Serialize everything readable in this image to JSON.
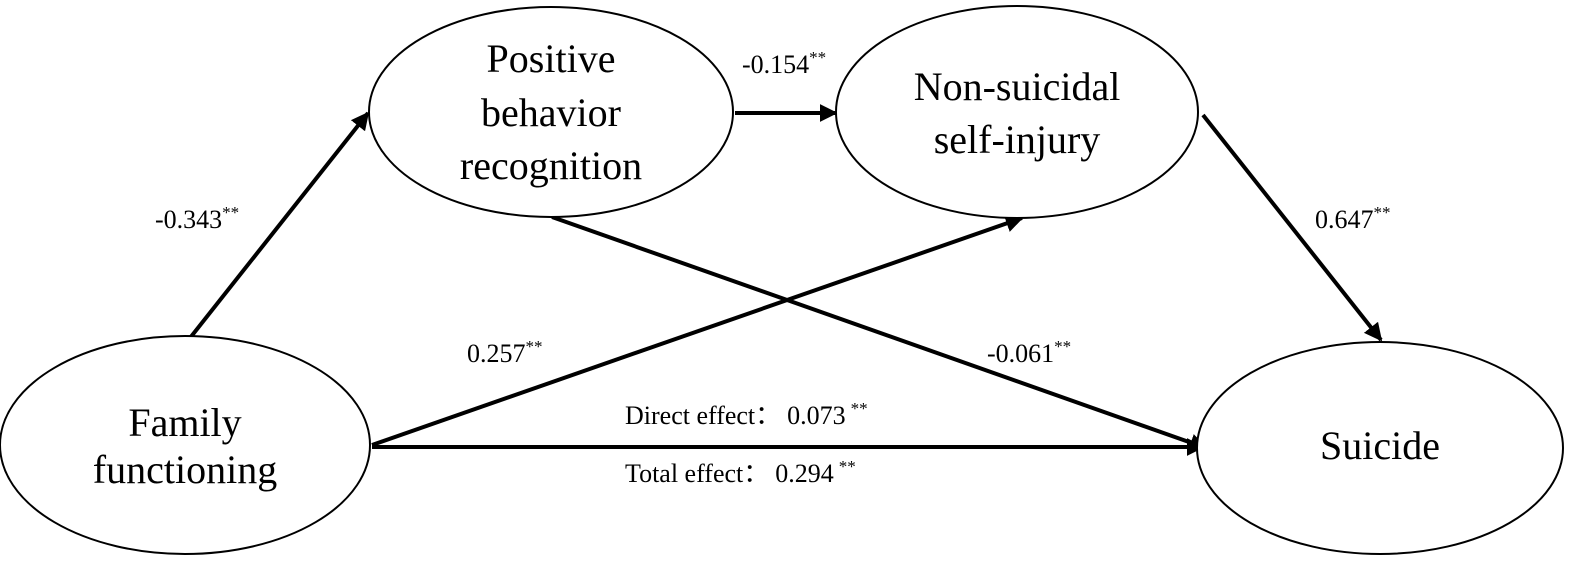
{
  "nodes": {
    "family": [
      "Family",
      "functioning"
    ],
    "pbr": [
      "Positive",
      "behavior",
      "recognition"
    ],
    "nssi": [
      "Non-suicidal",
      "self-injury"
    ],
    "suicide": [
      "Suicide"
    ]
  },
  "paths": {
    "family_to_pbr": {
      "value": "-0.343",
      "sig": "**"
    },
    "pbr_to_nssi": {
      "value": "-0.154",
      "sig": "**"
    },
    "nssi_to_suicide": {
      "value": "0.647",
      "sig": "**"
    },
    "family_to_nssi": {
      "value": "0.257",
      "sig": "**"
    },
    "pbr_to_suicide": {
      "value": "-0.061",
      "sig": "**"
    }
  },
  "effects": {
    "direct": {
      "label": "Direct effect：",
      "value": "0.073",
      "sig": "**"
    },
    "total": {
      "label": "Total effect：",
      "value": "0.294",
      "sig": "**"
    }
  },
  "colors": {
    "stroke": "#000000",
    "background": "#ffffff"
  }
}
